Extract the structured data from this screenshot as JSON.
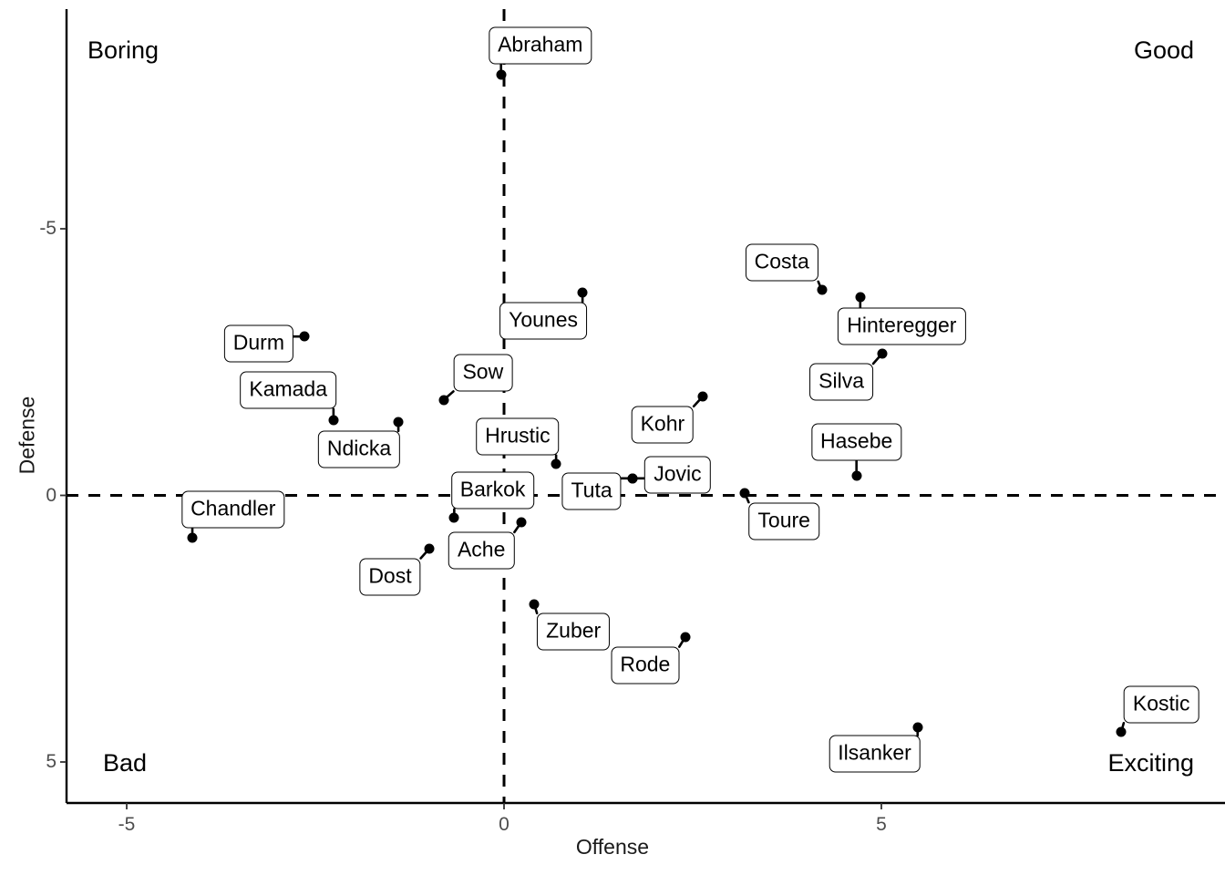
{
  "chart_data": {
    "type": "scatter",
    "title": "",
    "xlabel": "Offense",
    "ylabel": "Defense",
    "xlim": [
      -5.6,
      9.55
    ],
    "ylim": [
      -8.8,
      6.3
    ],
    "y_axis_inverted": true,
    "grid": false,
    "legend": false,
    "x_ticks": [
      {
        "value": -5,
        "label": "-5"
      },
      {
        "value": 0,
        "label": "0"
      },
      {
        "value": 5,
        "label": "5"
      }
    ],
    "y_ticks": [
      {
        "value": -5,
        "label": "-5"
      },
      {
        "value": 0,
        "label": "0"
      },
      {
        "value": 5,
        "label": "5"
      }
    ],
    "reference_lines": [
      {
        "axis": "x",
        "value": 0,
        "style": "dashed"
      },
      {
        "axis": "y",
        "value": 0,
        "style": "dashed"
      }
    ],
    "quadrant_labels": [
      {
        "text": "Boring",
        "corner": "top-left"
      },
      {
        "text": "Good",
        "corner": "top-right"
      },
      {
        "text": "Bad",
        "corner": "bottom-left"
      },
      {
        "text": "Exciting",
        "corner": "bottom-right"
      }
    ],
    "points": [
      {
        "label": "Abraham",
        "x": -0.04,
        "y": -7.89,
        "label_dx": 0.52,
        "label_dy": -0.54
      },
      {
        "label": "Costa",
        "x": 4.21,
        "y": -3.85,
        "label_dx": -0.53,
        "label_dy": -0.51
      },
      {
        "label": "Hinteregger",
        "x": 4.72,
        "y": -3.72,
        "label_dx": 0.55,
        "label_dy": 0.55
      },
      {
        "label": "Silva",
        "x": 5.01,
        "y": -2.66,
        "label_dx": -0.54,
        "label_dy": 0.54
      },
      {
        "label": "Younes",
        "x": 1.04,
        "y": -3.8,
        "label_dx": -0.52,
        "label_dy": 0.52
      },
      {
        "label": "Durm",
        "x": -2.65,
        "y": -2.98,
        "label_dx": -0.6,
        "label_dy": 0.13
      },
      {
        "label": "Kamada",
        "x": -2.26,
        "y": -1.41,
        "label_dx": -0.6,
        "label_dy": -0.56
      },
      {
        "label": "Ndicka",
        "x": -1.4,
        "y": -1.38,
        "label_dx": -0.52,
        "label_dy": 0.52
      },
      {
        "label": "Sow",
        "x": -0.8,
        "y": -1.79,
        "label_dx": 0.52,
        "label_dy": -0.51
      },
      {
        "label": "Kohr",
        "x": 2.63,
        "y": -1.85,
        "label_dx": -0.53,
        "label_dy": 0.53
      },
      {
        "label": "Hrustic",
        "x": 0.69,
        "y": -0.59,
        "label_dx": -0.51,
        "label_dy": -0.51
      },
      {
        "label": "Jovic",
        "x": 1.7,
        "y": -0.32,
        "label_dx": 0.6,
        "label_dy": -0.06
      },
      {
        "label": "Hasebe",
        "x": 4.67,
        "y": -0.37,
        "label_dx": 0.0,
        "label_dy": -0.63
      },
      {
        "label": "Barkok",
        "x": -0.66,
        "y": 0.42,
        "label_dx": 0.51,
        "label_dy": -0.51
      },
      {
        "label": "Toure",
        "x": 3.19,
        "y": -0.04,
        "label_dx": 0.52,
        "label_dy": 0.52
      },
      {
        "label": "Tuta",
        "x": 1.7,
        "y": -0.32,
        "label_dx": -0.54,
        "label_dy": 0.25
      },
      {
        "label": "Chandler",
        "x": -4.13,
        "y": 0.79,
        "label_dx": 0.54,
        "label_dy": -0.52
      },
      {
        "label": "Ache",
        "x": 0.23,
        "y": 0.5,
        "label_dx": -0.53,
        "label_dy": 0.54
      },
      {
        "label": "Dost",
        "x": -0.99,
        "y": 1.0,
        "label_dx": -0.52,
        "label_dy": 0.53
      },
      {
        "label": "Zuber",
        "x": 0.4,
        "y": 2.04,
        "label_dx": 0.52,
        "label_dy": 0.52
      },
      {
        "label": "Rode",
        "x": 2.4,
        "y": 2.66,
        "label_dx": -0.53,
        "label_dy": 0.53
      },
      {
        "label": "Ilsanker",
        "x": 5.48,
        "y": 4.35,
        "label_dx": -0.57,
        "label_dy": 0.5
      },
      {
        "label": "Kostic",
        "x": 8.18,
        "y": 4.43,
        "label_dx": 0.53,
        "label_dy": -0.51
      }
    ]
  }
}
